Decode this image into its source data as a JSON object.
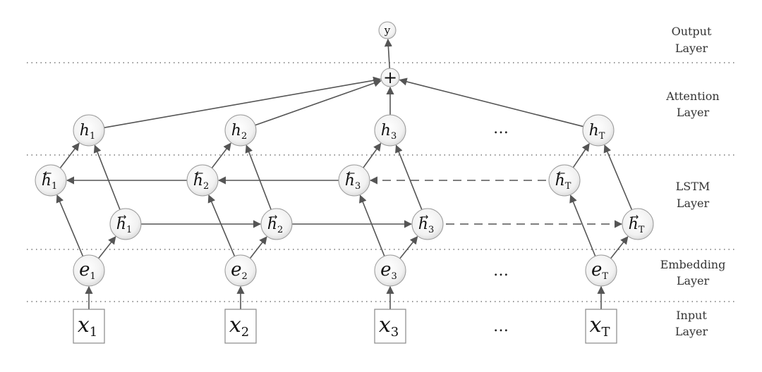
{
  "layers": {
    "output": [
      "Output",
      "Layer"
    ],
    "attention": [
      "Attention",
      "Layer"
    ],
    "lstm": [
      "LSTM",
      "Layer"
    ],
    "embedding": [
      "Embedding",
      "Layer"
    ],
    "input": [
      "Input",
      "Layer"
    ]
  },
  "output_node": "y",
  "sum_symbol": "+",
  "ellipsis": "…",
  "attention_nodes": [
    {
      "base": "h",
      "sub": "1"
    },
    {
      "base": "h",
      "sub": "2"
    },
    {
      "base": "h",
      "sub": "3"
    },
    {
      "base": "h",
      "sub": "T"
    }
  ],
  "backward_nodes": [
    {
      "base": "h",
      "sub": "1",
      "arrow": "←"
    },
    {
      "base": "h",
      "sub": "2",
      "arrow": "←"
    },
    {
      "base": "h",
      "sub": "3",
      "arrow": "←"
    },
    {
      "base": "h",
      "sub": "T",
      "arrow": "←"
    }
  ],
  "forward_nodes": [
    {
      "base": "h",
      "sub": "1",
      "arrow": "→"
    },
    {
      "base": "h",
      "sub": "2",
      "arrow": "→"
    },
    {
      "base": "h",
      "sub": "3",
      "arrow": "→"
    },
    {
      "base": "h",
      "sub": "T",
      "arrow": "→"
    }
  ],
  "embedding_nodes": [
    {
      "base": "e",
      "sub": "1"
    },
    {
      "base": "e",
      "sub": "2"
    },
    {
      "base": "e",
      "sub": "3"
    },
    {
      "base": "e",
      "sub": "T"
    }
  ],
  "input_nodes": [
    {
      "base": "x",
      "sub": "1"
    },
    {
      "base": "x",
      "sub": "2"
    },
    {
      "base": "x",
      "sub": "3"
    },
    {
      "base": "x",
      "sub": "T"
    }
  ]
}
